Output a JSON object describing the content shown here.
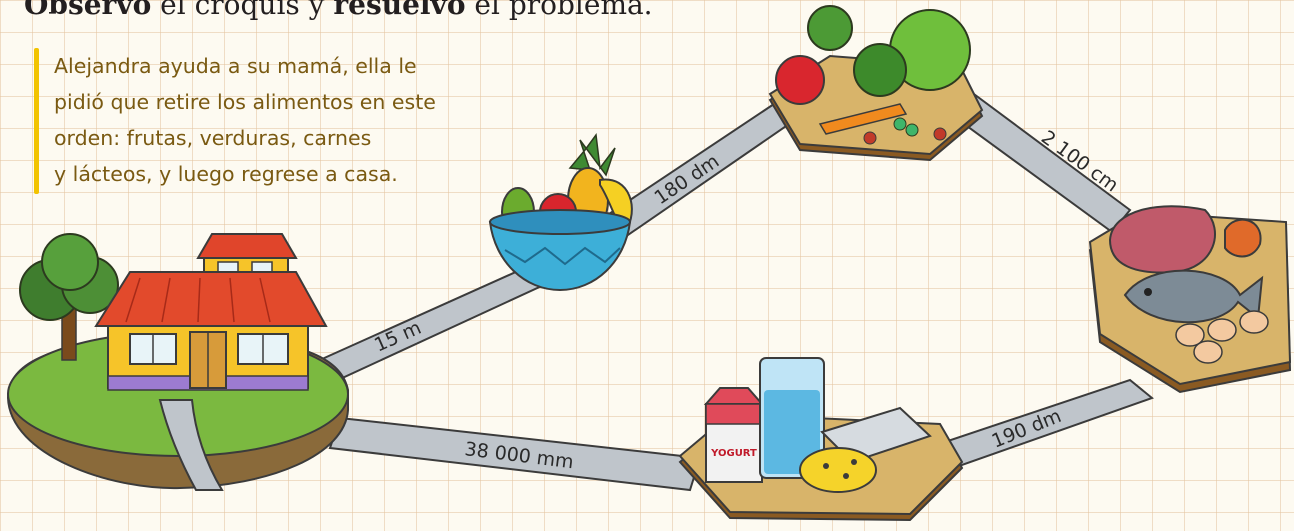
{
  "instruction": {
    "word1": "Observo",
    "text1": " el croquis y ",
    "word2": "resuelvo",
    "text2": " el problema."
  },
  "problem": {
    "text": "Alejandra ayuda a su mamá, ella le\npidió que retire los alimentos en este\norden: frutas, verduras, carnes\ny lácteos, y luego regrese a casa."
  },
  "distances": {
    "house_to_fruits": "15 m",
    "fruits_to_vegetables": "180 dm",
    "vegetables_to_meats": "2 100 cm",
    "meats_to_dairy": "190 dm",
    "dairy_to_house": "38 000 mm"
  },
  "labels": {
    "yogurt": "YOGURT"
  }
}
